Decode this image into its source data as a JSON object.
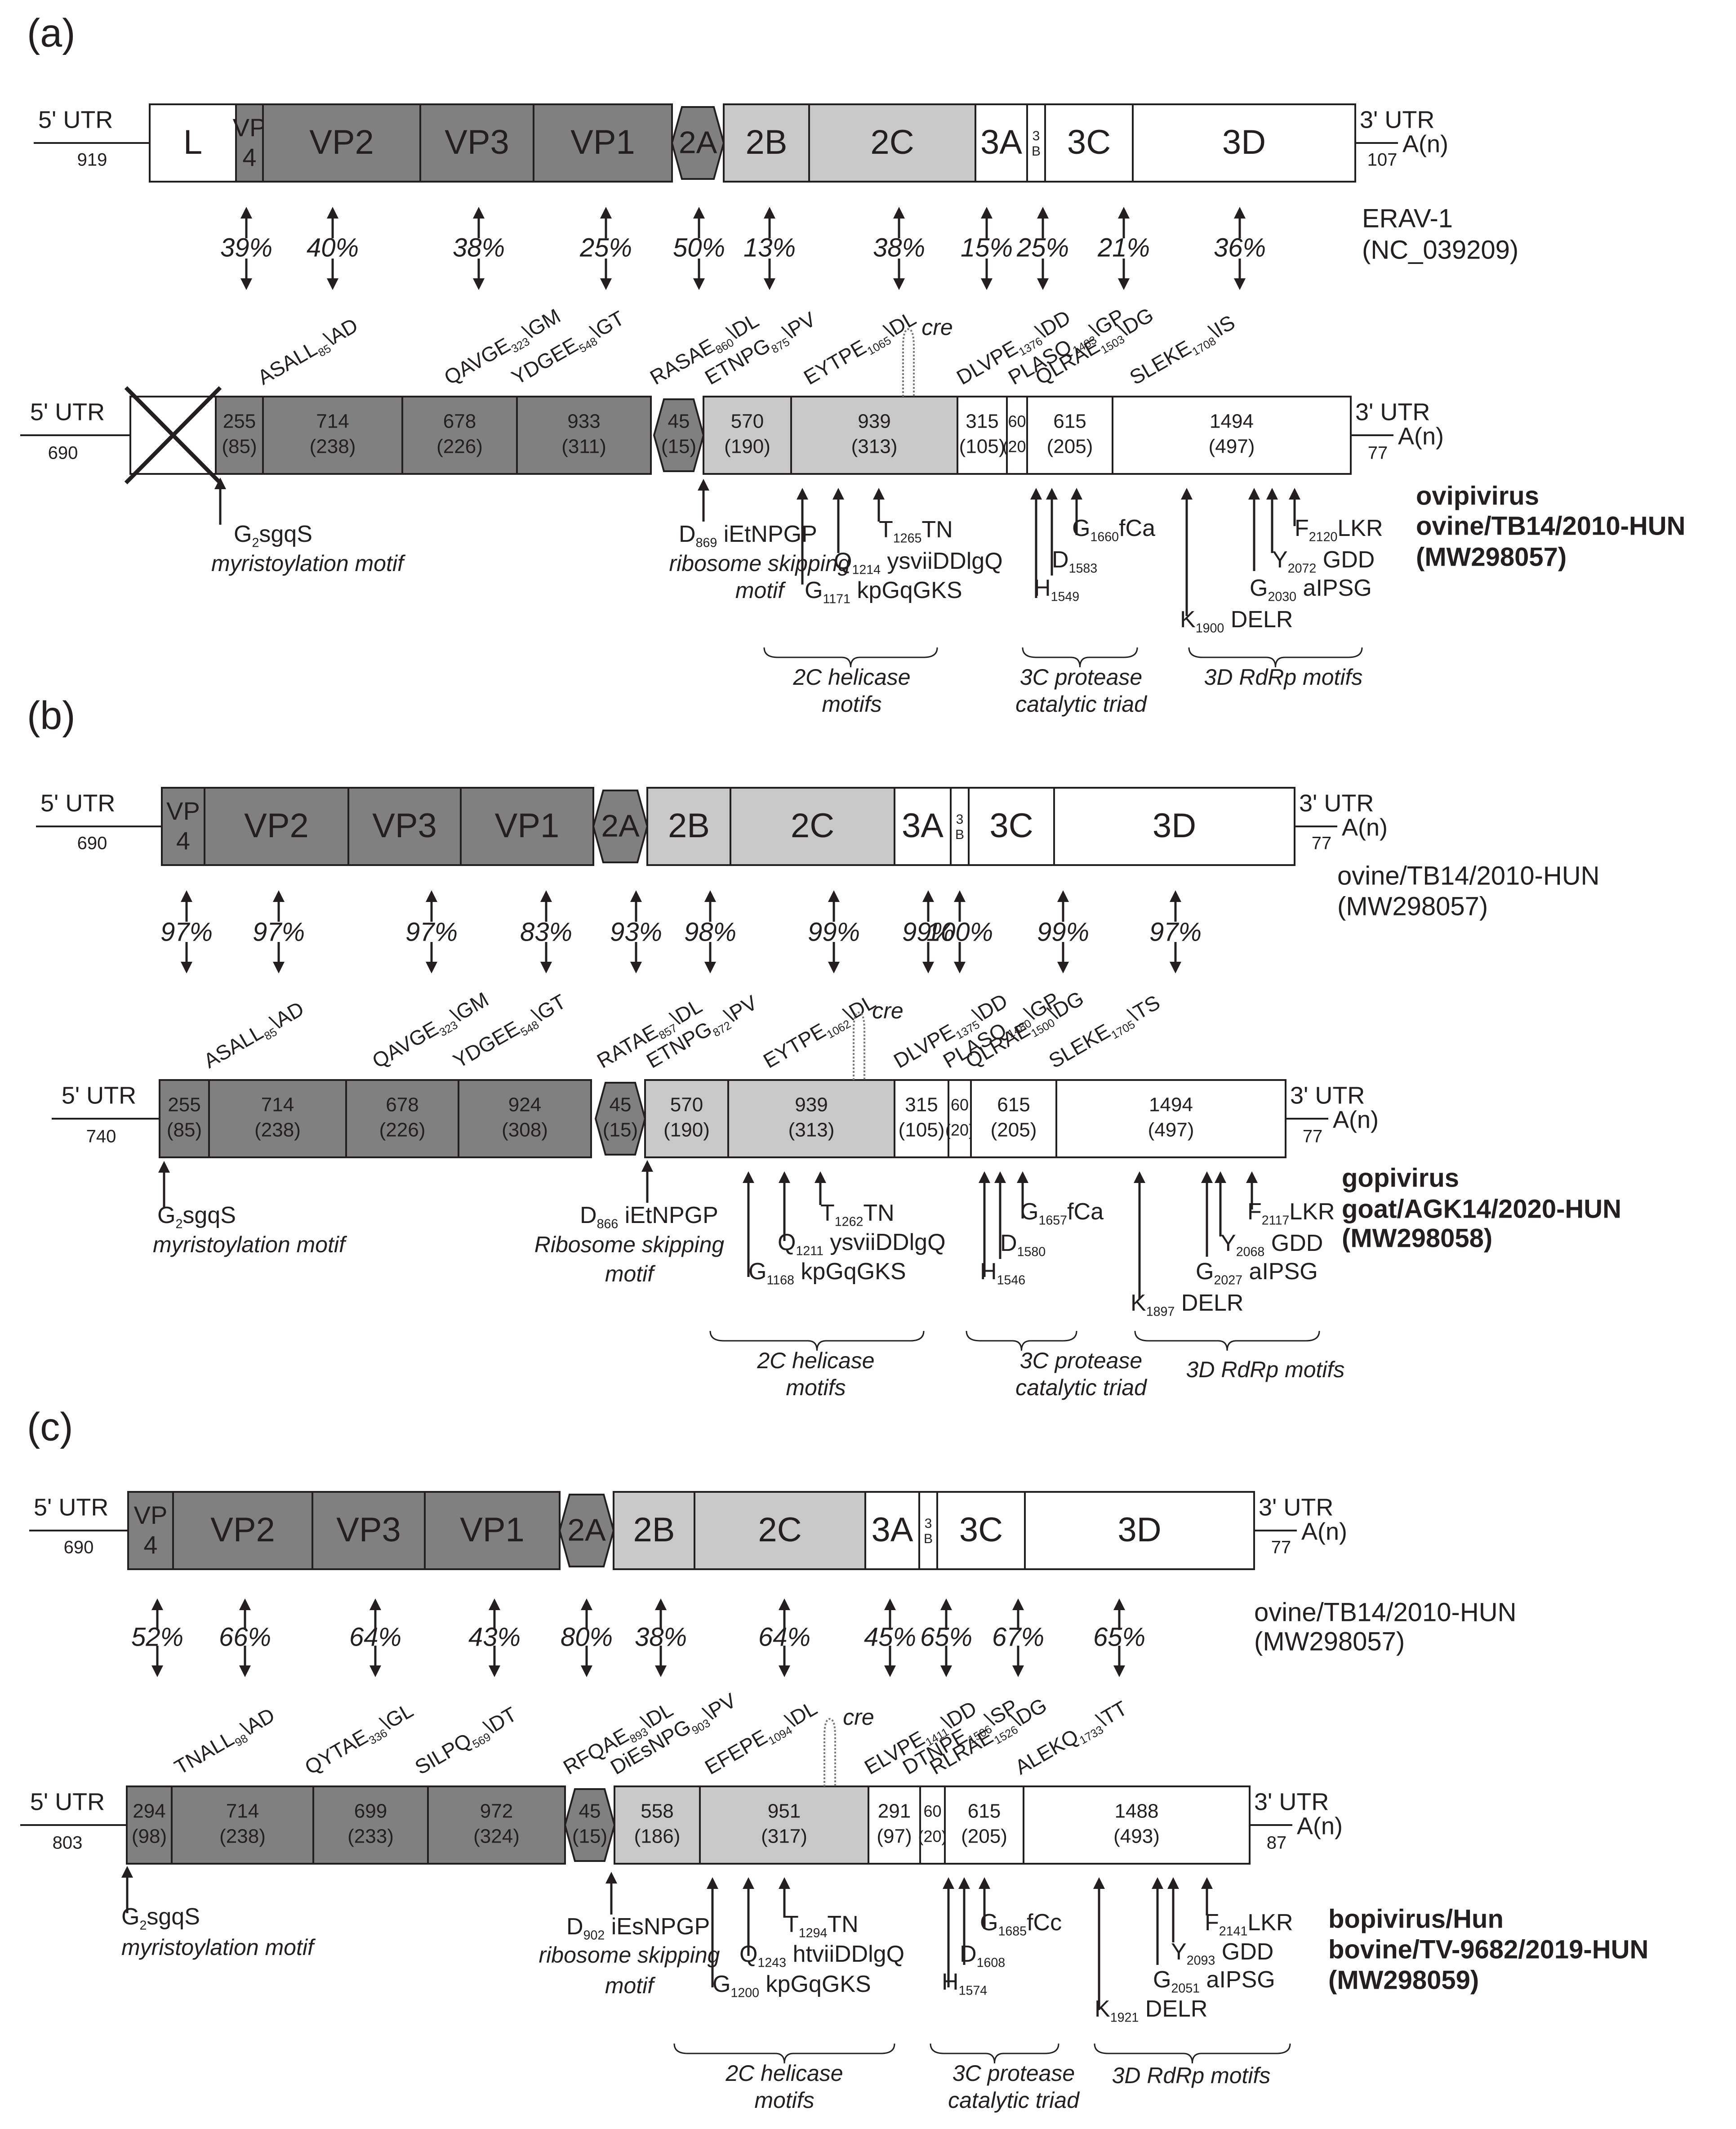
{
  "panels": [
    {
      "label": "(a)",
      "top": {
        "utr5": "5' UTR",
        "utr5_len": "919",
        "utr3": "3' UTR",
        "utr3_len": "107",
        "polyA": "A(n)",
        "name_lines": [
          "ERAV-1",
          "(NC_039209)"
        ],
        "segments": [
          "L",
          "VP 4",
          "VP2",
          "VP3",
          "VP1",
          "2A",
          "2B",
          "2C",
          "3A",
          "3 B",
          "3C",
          "3D"
        ]
      },
      "identity": [
        "39%",
        "40%",
        "38%",
        "25%",
        "50%",
        "13%",
        "38%",
        "15%",
        "25%",
        "21%",
        "36%"
      ],
      "cleavage": [
        {
          "pre": "ASALL",
          "num": "85",
          "post": "\\AD"
        },
        {
          "pre": "QAVGE",
          "num": "323",
          "post": "\\GM"
        },
        {
          "pre": "YDGEE",
          "num": "548",
          "post": "\\GT"
        },
        {
          "pre": "RASAE",
          "num": "860",
          "post": "\\DL"
        },
        {
          "pre": "ETNPG",
          "num": "875",
          "post": "\\PV"
        },
        {
          "pre": "EYTPE",
          "num": "1065",
          "post": "\\DL"
        },
        {
          "pre": "DLVPE",
          "num": "1376",
          "post": "\\DD"
        },
        {
          "pre": "PLASQ",
          "num": "1483",
          "post": "\\GP"
        },
        {
          "pre": "QLRAE",
          "num": "1503",
          "post": "\\DG"
        },
        {
          "pre": "SLEKE",
          "num": "1708",
          "post": "\\IS"
        }
      ],
      "cre": "cre",
      "bottom": {
        "utr5": "5' UTR",
        "utr5_len": "690",
        "utr3": "3' UTR",
        "utr3_len": "77",
        "polyA": "A(n)",
        "segments": [
          {
            "nt": "",
            "aa": ""
          },
          {
            "nt": "255",
            "aa": "(85)"
          },
          {
            "nt": "714",
            "aa": "(238)"
          },
          {
            "nt": "678",
            "aa": "(226)"
          },
          {
            "nt": "933",
            "aa": "(311)"
          },
          {
            "nt": "45",
            "aa": "(15)"
          },
          {
            "nt": "570",
            "aa": "(190)"
          },
          {
            "nt": "939",
            "aa": "(313)"
          },
          {
            "nt": "315",
            "aa": "(105)"
          },
          {
            "nt": "60",
            "aa": "(20)"
          },
          {
            "nt": "615",
            "aa": "(205)"
          },
          {
            "nt": "1494",
            "aa": "(497)"
          }
        ],
        "name_lines": [
          "ovipivirus",
          "ovine/TB14/2010-HUN",
          "(MW298057)"
        ]
      },
      "myristoylation": {
        "pre": "G",
        "num": "2",
        "post": "sgqS",
        "caption": "myristoylation motif"
      },
      "ribosome": {
        "pre": "D",
        "num": "869",
        "post": " iEtNPGP",
        "caption_lines": [
          "ribosome skipping",
          "motif"
        ]
      },
      "helicase": [
        {
          "pre": "T",
          "num": "1265",
          "post": "TN"
        },
        {
          "pre": "Q",
          "num": "1214",
          "post": " ysviiDDlgQ"
        },
        {
          "pre": "G",
          "num": "1171",
          "post": " kpGqGKS"
        }
      ],
      "protease": [
        {
          "pre": "G",
          "num": "1660",
          "post": "fCa"
        },
        {
          "pre": "D",
          "num": "1583",
          "post": ""
        },
        {
          "pre": "H",
          "num": "1549",
          "post": ""
        }
      ],
      "rdrp": [
        {
          "pre": "F",
          "num": "2120",
          "post": "LKR"
        },
        {
          "pre": "Y",
          "num": "2072",
          "post": " GDD"
        },
        {
          "pre": "G",
          "num": "2030",
          "post": " aIPSG"
        },
        {
          "pre": "K",
          "num": "1900",
          "post": " DELR"
        }
      ],
      "braces": {
        "helicase": [
          "2C helicase",
          "motifs"
        ],
        "protease": [
          "3C protease",
          "catalytic triad"
        ],
        "rdrp": [
          "3D RdRp motifs"
        ]
      }
    },
    {
      "label": "(b)",
      "top": {
        "utr5": "5' UTR",
        "utr5_len": "690",
        "utr3": "3' UTR",
        "utr3_len": "77",
        "polyA": "A(n)",
        "name_lines": [
          "ovine/TB14/2010-HUN",
          "(MW298057)"
        ],
        "segments": [
          "VP 4",
          "VP2",
          "VP3",
          "VP1",
          "2A",
          "2B",
          "2C",
          "3A",
          "3 B",
          "3C",
          "3D"
        ]
      },
      "identity": [
        "97%",
        "97%",
        "97%",
        "83%",
        "93%",
        "98%",
        "99%",
        "99%",
        "100%",
        "99%",
        "97%"
      ],
      "cleavage": [
        {
          "pre": "ASALL",
          "num": "85",
          "post": "\\AD"
        },
        {
          "pre": "QAVGE",
          "num": "323",
          "post": "\\GM"
        },
        {
          "pre": "YDGEE",
          "num": "548",
          "post": "\\GT"
        },
        {
          "pre": "RATAE",
          "num": "857",
          "post": "\\DL"
        },
        {
          "pre": "ETNPG",
          "num": "872",
          "post": "\\PV"
        },
        {
          "pre": "EYTPE",
          "num": "1062",
          "post": "\\DL"
        },
        {
          "pre": "DLVPE",
          "num": "1375",
          "post": "\\DD"
        },
        {
          "pre": "PLASQ",
          "num": "1480",
          "post": "\\GP"
        },
        {
          "pre": "QLRAE",
          "num": "1500",
          "post": "\\DG"
        },
        {
          "pre": "SLEKE",
          "num": "1705",
          "post": "\\TS"
        }
      ],
      "cre": "cre",
      "bottom": {
        "utr5": "5' UTR",
        "utr5_len": "740",
        "utr3": "3' UTR",
        "utr3_len": "77",
        "polyA": "A(n)",
        "segments": [
          {
            "nt": "255",
            "aa": "(85)"
          },
          {
            "nt": "714",
            "aa": "(238)"
          },
          {
            "nt": "678",
            "aa": "(226)"
          },
          {
            "nt": "924",
            "aa": "(308)"
          },
          {
            "nt": "45",
            "aa": "(15)"
          },
          {
            "nt": "570",
            "aa": "(190)"
          },
          {
            "nt": "939",
            "aa": "(313)"
          },
          {
            "nt": "315",
            "aa": "(105)"
          },
          {
            "nt": "60",
            "aa": "(20)"
          },
          {
            "nt": "615",
            "aa": "(205)"
          },
          {
            "nt": "1494",
            "aa": "(497)"
          }
        ],
        "name_lines": [
          "gopivirus",
          "goat/AGK14/2020-HUN",
          "(MW298058)"
        ]
      },
      "myristoylation": {
        "pre": "G",
        "num": "2",
        "post": "sgqS",
        "caption": "myristoylation motif"
      },
      "ribosome": {
        "pre": "D",
        "num": "866",
        "post": " iEtNPGP",
        "caption_lines": [
          "Ribosome skipping",
          "motif"
        ]
      },
      "helicase": [
        {
          "pre": "T",
          "num": "1262",
          "post": "TN"
        },
        {
          "pre": "Q",
          "num": "1211",
          "post": " ysviiDDlgQ"
        },
        {
          "pre": "G",
          "num": "1168",
          "post": " kpGqGKS"
        }
      ],
      "protease": [
        {
          "pre": "G",
          "num": "1657",
          "post": "fCa"
        },
        {
          "pre": "D",
          "num": "1580",
          "post": ""
        },
        {
          "pre": "H",
          "num": "1546",
          "post": ""
        }
      ],
      "rdrp": [
        {
          "pre": "F",
          "num": "2117",
          "post": "LKR"
        },
        {
          "pre": "Y",
          "num": "2068",
          "post": " GDD"
        },
        {
          "pre": "G",
          "num": "2027",
          "post": " aIPSG"
        },
        {
          "pre": "K",
          "num": "1897",
          "post": " DELR"
        }
      ],
      "braces": {
        "helicase": [
          "2C helicase",
          "motifs"
        ],
        "protease": [
          "3C protease",
          "catalytic triad"
        ],
        "rdrp": [
          "3D RdRp motifs"
        ]
      }
    },
    {
      "label": "(c)",
      "top": {
        "utr5": "5' UTR",
        "utr5_len": "690",
        "utr3": "3' UTR",
        "utr3_len": "77",
        "polyA": "A(n)",
        "name_lines": [
          "ovine/TB14/2010-HUN",
          "(MW298057)"
        ],
        "segments": [
          "VP 4",
          "VP2",
          "VP3",
          "VP1",
          "2A",
          "2B",
          "2C",
          "3A",
          "3 B",
          "3C",
          "3D"
        ]
      },
      "identity": [
        "52%",
        "66%",
        "64%",
        "43%",
        "80%",
        "38%",
        "64%",
        "45%",
        "65%",
        "67%",
        "65%"
      ],
      "cleavage": [
        {
          "pre": "TNALL",
          "num": "98",
          "post": "\\AD"
        },
        {
          "pre": "QYTAE",
          "num": "336",
          "post": "\\GL"
        },
        {
          "pre": "SILPQ",
          "num": "569",
          "post": "\\DT"
        },
        {
          "pre": "RFQAE",
          "num": "893",
          "post": "\\DL"
        },
        {
          "pre": "DiEsNPG",
          "num": "903",
          "post": "\\PV"
        },
        {
          "pre": "EFEPE",
          "num": "1094",
          "post": "\\DL"
        },
        {
          "pre": "ELVPE",
          "num": "1411",
          "post": "\\DD"
        },
        {
          "pre": "DTNPE",
          "num": "1506",
          "post": "\\SP"
        },
        {
          "pre": "RLRAE",
          "num": "1526",
          "post": "\\DG"
        },
        {
          "pre": "ALEKQ",
          "num": "1733",
          "post": "\\TT"
        }
      ],
      "cre": "cre",
      "bottom": {
        "utr5": "5' UTR",
        "utr5_len": "803",
        "utr3": "3' UTR",
        "utr3_len": "87",
        "polyA": "A(n)",
        "segments": [
          {
            "nt": "294",
            "aa": "(98)"
          },
          {
            "nt": "714",
            "aa": "(238)"
          },
          {
            "nt": "699",
            "aa": "(233)"
          },
          {
            "nt": "972",
            "aa": "(324)"
          },
          {
            "nt": "45",
            "aa": "(15)"
          },
          {
            "nt": "558",
            "aa": "(186)"
          },
          {
            "nt": "951",
            "aa": "(317)"
          },
          {
            "nt": "291",
            "aa": "(97)"
          },
          {
            "nt": "60",
            "aa": "(20)"
          },
          {
            "nt": "615",
            "aa": "(205)"
          },
          {
            "nt": "1488",
            "aa": "(493)"
          }
        ],
        "name_lines": [
          "bopivirus/Hun",
          "bovine/TV-9682/2019-HUN",
          "(MW298059)"
        ]
      },
      "myristoylation": {
        "pre": "G",
        "num": "2",
        "post": "sgqS",
        "caption": "myristoylation motif"
      },
      "ribosome": {
        "pre": "D",
        "num": "902",
        "post": " iEsNPGP",
        "caption_lines": [
          "ribosome skipping",
          "motif"
        ]
      },
      "helicase": [
        {
          "pre": "T",
          "num": "1294",
          "post": "TN"
        },
        {
          "pre": "Q",
          "num": "1243",
          "post": " htviiDDlgQ"
        },
        {
          "pre": "G",
          "num": "1200",
          "post": " kpGqGKS"
        }
      ],
      "protease": [
        {
          "pre": "G",
          "num": "1685",
          "post": "fCc"
        },
        {
          "pre": "D",
          "num": "1608",
          "post": ""
        },
        {
          "pre": "H",
          "num": "1574",
          "post": ""
        }
      ],
      "rdrp": [
        {
          "pre": "F",
          "num": "2141",
          "post": "LKR"
        },
        {
          "pre": "Y",
          "num": "2093",
          "post": " GDD"
        },
        {
          "pre": "G",
          "num": "2051",
          "post": " aIPSG"
        },
        {
          "pre": "K",
          "num": "1921",
          "post": " DELR"
        }
      ],
      "braces": {
        "helicase": [
          "2C helicase",
          "motifs"
        ],
        "protease": [
          "3C protease",
          "catalytic triad"
        ],
        "rdrp": [
          "3D RdRp motifs"
        ]
      }
    }
  ],
  "colors": {
    "capsid": "#808080",
    "p2": "#c8c8c8",
    "p3": "#ffffff",
    "leader": "#ffffff",
    "stroke": "#231f20",
    "text": "#231f20"
  }
}
